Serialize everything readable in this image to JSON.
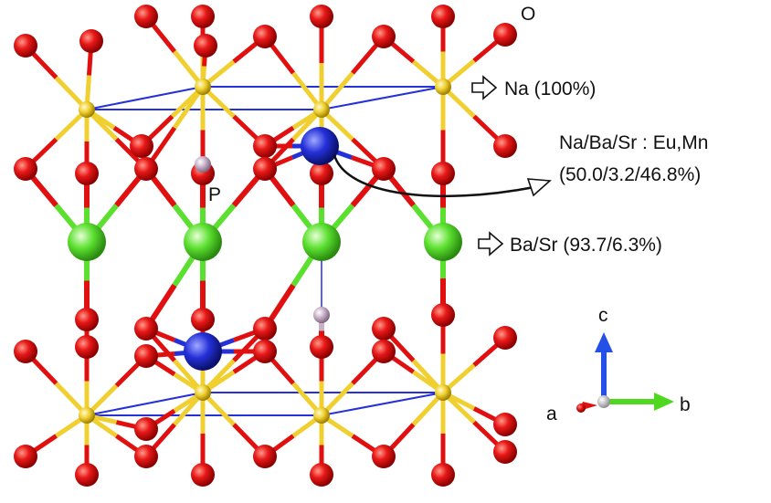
{
  "labels": {
    "oxygen": "O",
    "phosphorus": "P",
    "na_site": "Na (100%)",
    "mixed_site_line1": "Na/Ba/Sr : Eu,Mn",
    "mixed_site_line2": "(50.0/3.2/46.8%)",
    "basr_site": "Ba/Sr (93.7/6.3%)"
  },
  "axes": {
    "a": "a",
    "b": "b",
    "c": "c"
  },
  "colors": {
    "oxygen": "#e01010",
    "sodium": "#f0d030",
    "barium_strontium": "#5ce030",
    "mixed_site": "#2430d8",
    "phosphorus": "#c8b0c8",
    "axis_a": "#e01010",
    "axis_b": "#50d820",
    "axis_c": "#2450e8"
  }
}
